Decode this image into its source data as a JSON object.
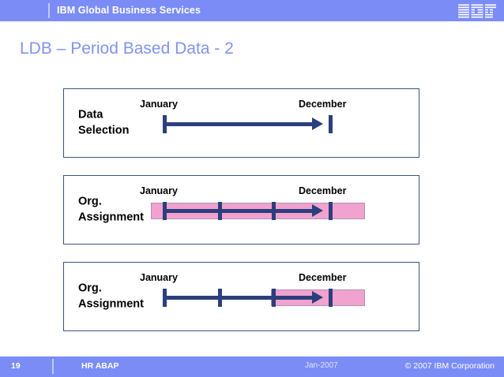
{
  "header": {
    "title": "IBM Global Business Services",
    "logo_name": "ibm-logo",
    "band_color": "#7b8cf7"
  },
  "slide": {
    "title": "LDB – Period Based Data - 2",
    "title_color": "#8293f0"
  },
  "diagram": {
    "navy_color": "#2b3f7d",
    "pink_color": "#f2a2ce",
    "panels": [
      {
        "label": "Data\nSelection",
        "label_line1": "Data",
        "label_line2": "Selection",
        "start_month": "January",
        "end_month": "December",
        "band": "none",
        "ticks": [
          true,
          false,
          false,
          true
        ]
      },
      {
        "label": "Org.\nAssignment",
        "label_line1": "Org.",
        "label_line2": "Assignment",
        "start_month": "January",
        "end_month": "December",
        "band": "full",
        "ticks": [
          true,
          true,
          true,
          true
        ]
      },
      {
        "label": "Org.\nAssignment",
        "label_line1": "Org.",
        "label_line2": "Assignment",
        "start_month": "January",
        "end_month": "December",
        "band": "partial",
        "ticks": [
          true,
          true,
          true,
          true
        ]
      }
    ]
  },
  "footer": {
    "page_number": "19",
    "course": "HR ABAP",
    "date": "Jan-2007",
    "copyright": "© 2007 IBM Corporation"
  }
}
